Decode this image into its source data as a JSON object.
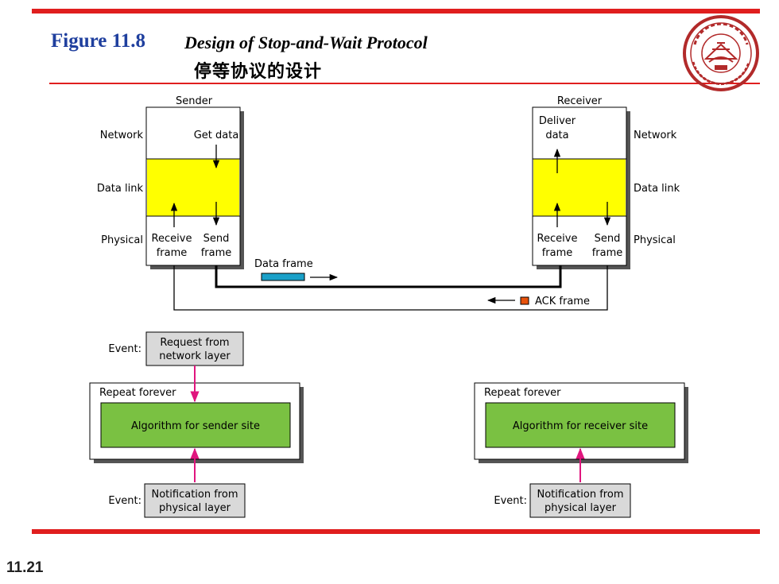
{
  "header": {
    "figure_label": "Figure 11.8",
    "title": "Design of Stop-and-Wait Protocol",
    "title_cn": "停等协议的设计"
  },
  "logo": {
    "icon": "xidian-university-seal-icon",
    "color": "#b22a2a"
  },
  "sender": {
    "title": "Sender",
    "layers": {
      "network": "Network",
      "datalink": "Data link",
      "physical": "Physical"
    },
    "get_data": "Get data",
    "receive_frame": [
      "Receive",
      "frame"
    ],
    "send_frame": [
      "Send",
      "frame"
    ]
  },
  "receiver": {
    "title": "Receiver",
    "layers": {
      "network": "Network",
      "datalink": "Data link",
      "physical": "Physical"
    },
    "deliver_data": [
      "Deliver",
      "data"
    ],
    "receive_frame": [
      "Receive",
      "frame"
    ],
    "send_frame": [
      "Send",
      "frame"
    ]
  },
  "links": {
    "data_frame": "Data frame",
    "ack_frame": "ACK frame"
  },
  "sender_site": {
    "event_label": "Event:",
    "request_event": [
      "Request from",
      "network layer"
    ],
    "repeat_label": "Repeat forever",
    "algorithm": "Algorithm for sender site",
    "notification_event": [
      "Notification from",
      "physical layer"
    ]
  },
  "receiver_site": {
    "repeat_label": "Repeat forever",
    "algorithm": "Algorithm for receiver site",
    "event_label": "Event:",
    "notification_event": [
      "Notification from",
      "physical layer"
    ]
  },
  "footer": {
    "page_number": "11.21"
  },
  "colors": {
    "accent_red": "#e01e1e",
    "title_blue": "#1f3f9e",
    "datalink_yellow": "#ffff00",
    "algorithm_green": "#7ac142",
    "event_gray": "#d9d9d9",
    "event_arrow_magenta": "#e0167e",
    "data_frame_blue": "#1aa0c8",
    "ack_frame_orange": "#e8520c"
  }
}
